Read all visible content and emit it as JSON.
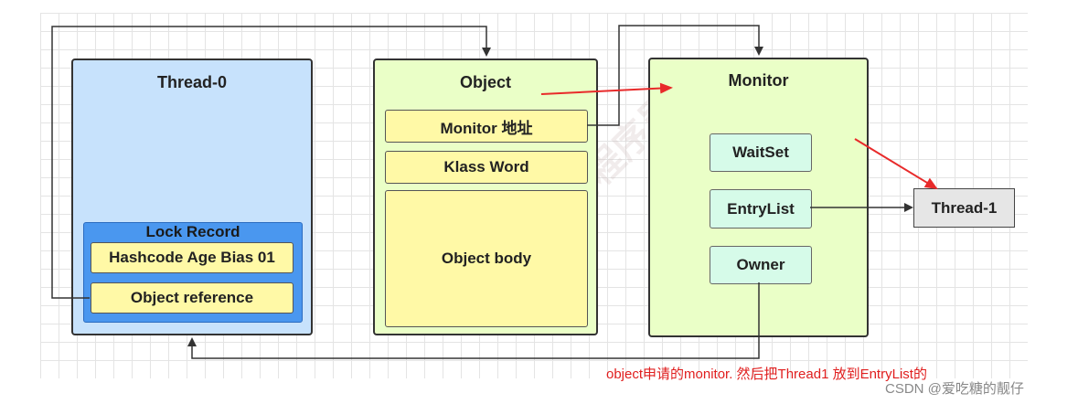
{
  "thread0": {
    "title": "Thread-0",
    "lock_record": {
      "title": "Lock Record",
      "hashcode": "Hashcode Age Bias 01",
      "object_reference": "Object reference"
    }
  },
  "object": {
    "title": "Object",
    "monitor_address": "Monitor 地址",
    "klass_word": "Klass Word",
    "body": "Object body"
  },
  "monitor": {
    "title": "Monitor",
    "waitset": "WaitSet",
    "entrylist": "EntryList",
    "owner": "Owner"
  },
  "thread1": {
    "label": "Thread-1"
  },
  "annotation": "object申请的monitor. 然后把Thread1 放到EntryList的",
  "credit": "CSDN @爱吃糖的靓仔",
  "watermark": "黑马程序员",
  "colors": {
    "thread_panel": "#c7e2fc",
    "object_panel": "#eaffc7",
    "monitor_panel": "#eaffc7",
    "lock_record": "#4a97ef",
    "yellow_box": "#fff9a6",
    "teal_box": "#d6fbe9",
    "gray_box": "#e6e6e6",
    "annotation_red": "#e01e1e"
  }
}
